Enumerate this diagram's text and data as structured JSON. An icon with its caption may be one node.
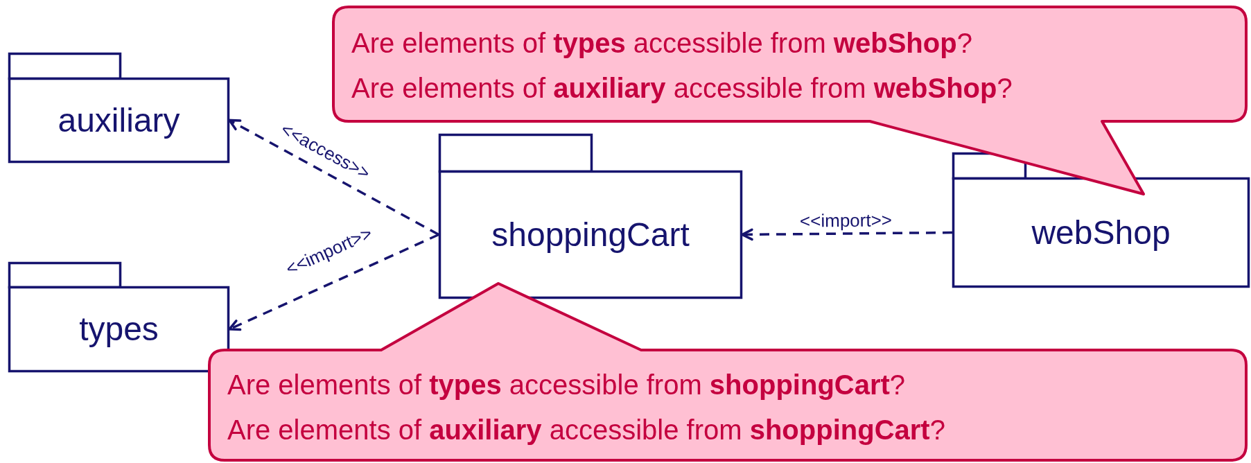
{
  "diagram": {
    "nodes": [
      {
        "text": [
          "Are elements of **types** accessible from **webShop**?",
          "Are elements of **auxiliary** accessible from **webShop**?"
        ]
      },
      {
        "text": [
          "auxiliary"
        ]
      },
      {
        "text": [
          "shoppingCart"
        ]
      },
      {
        "text": [
          "webShop"
        ]
      },
      {
        "text": [
          "types"
        ]
      },
      {
        "text": [
          "Are elements of **types** accessible from **shoppingCart**?",
          "Are elements of **auxiliary** accessible from **shoppingCart**?"
        ]
      }
    ],
    "edges": [
      {
        "from": 2,
        "to": 1,
        "arrow": "to",
        "label": "<<access>>",
        "style": "dashed"
      },
      {
        "from": 2,
        "to": 4,
        "arrow": "to",
        "label": "<<import>>",
        "style": "dashed"
      },
      {
        "from": 3,
        "to": 2,
        "arrow": "to",
        "label": "<<import>>",
        "style": "dashed"
      }
    ]
  }
}
